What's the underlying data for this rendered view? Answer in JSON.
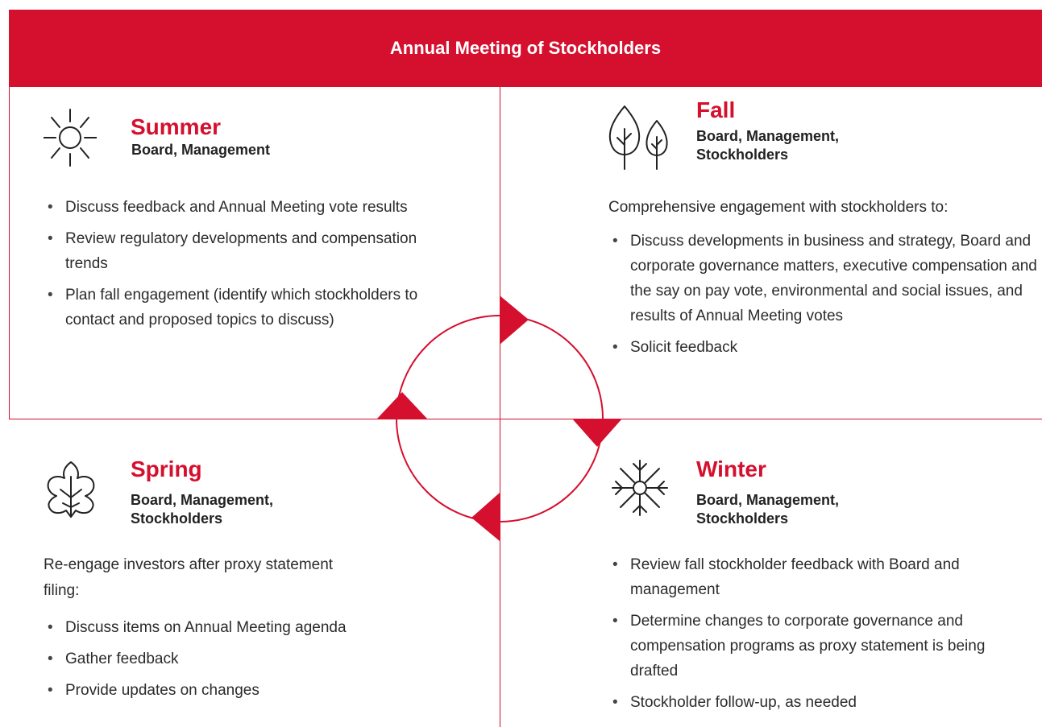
{
  "header": {
    "title": "Annual Meeting of Stockholders"
  },
  "accent_color": "#d50f2e",
  "quadrants": {
    "summer": {
      "icon": "sun-icon",
      "season": "Summer",
      "participants": "Board, Management",
      "bullets": [
        "Discuss feedback and Annual Meeting vote results",
        "Review regulatory developments and compensation trends",
        "Plan fall engagement (identify which stockholders to contact and proposed topics to discuss)"
      ]
    },
    "fall": {
      "icon": "trees-icon",
      "season": "Fall",
      "participants": "Board, Management, Stockholders",
      "intro": "Comprehensive engagement with stockholders to:",
      "bullets": [
        "Discuss developments in business and strategy, Board and corporate governance matters, executive compensation and the say on pay vote, environmental and social issues, and results of Annual Meeting votes",
        "Solicit feedback"
      ]
    },
    "spring": {
      "icon": "leaf-icon",
      "season": "Spring",
      "participants": "Board, Management, Stockholders",
      "intro": "Re-engage investors after proxy statement filing:",
      "bullets": [
        "Discuss items on Annual Meeting agenda",
        "Gather feedback",
        "Provide updates on changes"
      ]
    },
    "winter": {
      "icon": "snowflake-icon",
      "season": "Winter",
      "participants": "Board, Management, Stockholders",
      "bullets": [
        "Review fall stockholder feedback with Board and management",
        "Determine changes to corporate governance and compensation programs as proxy statement is being drafted",
        "Stockholder follow-up, as needed"
      ]
    }
  },
  "cycle": {
    "direction": "clockwise",
    "arrow_count": 4,
    "icon": "cycle-arrows-icon"
  }
}
